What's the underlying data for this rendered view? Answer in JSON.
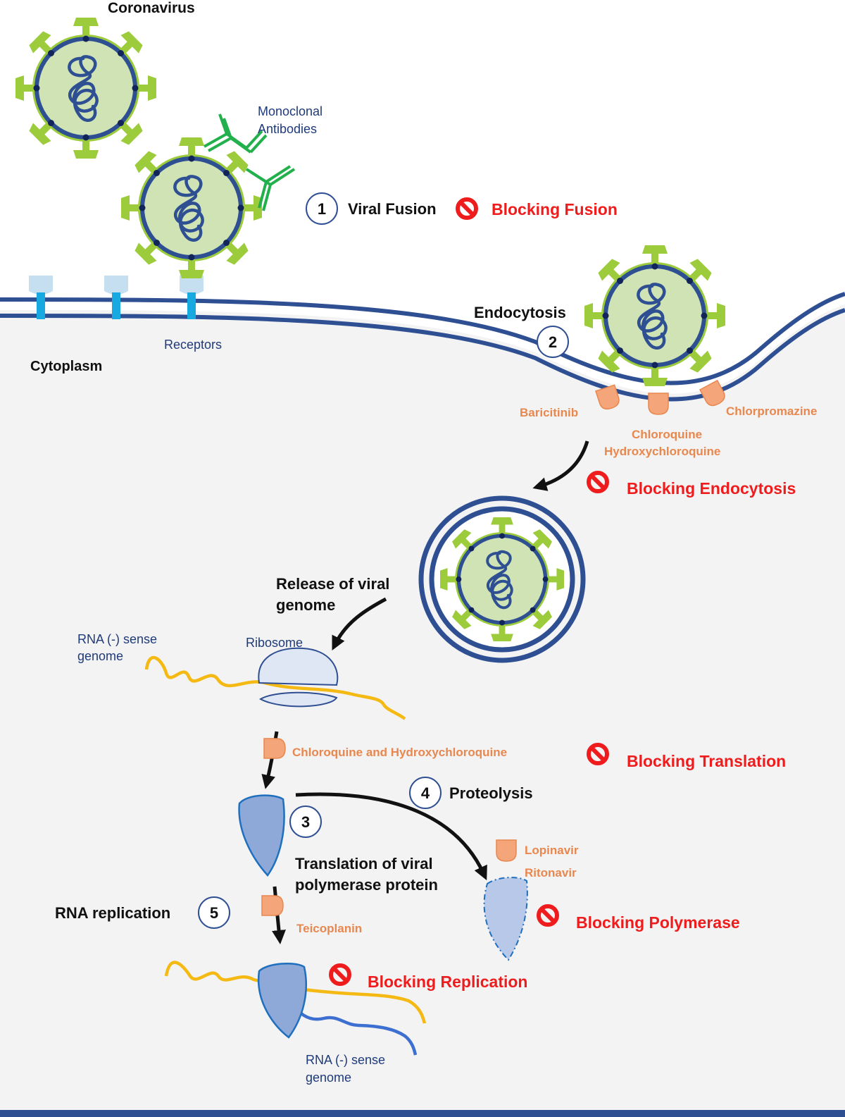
{
  "colors": {
    "membrane": "#2f4f93",
    "cytoplasm": "#f3f3f4",
    "spike": "#9ccc3c",
    "virus_fill": "#cfe3b5",
    "rna_yellow": "#f5b914",
    "antibody": "#21b04b",
    "drug": "#f4a57a",
    "drug_stroke": "#e8874e",
    "block_red": "#ee1c1c",
    "polymerase": "#8ea8d8",
    "ribosome": "#dfe6f4",
    "receptor": "#19a9e1"
  },
  "labels": {
    "coronavirus": "Coronavirus",
    "monoclonal_line1": "Monoclonal",
    "monoclonal_line2": "Antibodies",
    "receptors": "Receptors",
    "cytoplasm": "Cytoplasm",
    "endocytosis": "Endocytosis",
    "release_line1": "Release of viral",
    "release_line2": "genome",
    "rna_sense_line1": "RNA (-) sense",
    "rna_sense_line2": "genome",
    "ribosome": "Ribosome",
    "proteolysis": "Proteolysis",
    "translation_line1": "Translation of viral",
    "translation_line2": "polymerase protein",
    "rna_replication": "RNA replication",
    "rna_sense_bottom_line1": "RNA (-) sense",
    "rna_sense_bottom_line2": "genome",
    "viral_fusion": "Viral Fusion"
  },
  "steps": [
    "1",
    "2",
    "3",
    "4",
    "5"
  ],
  "drugs": {
    "baricitinib": "Baricitinib",
    "chloroquine": "Chloroquine",
    "hydroxychloroquine": "Hydroxychloroquine",
    "chlorpromazine": "Chlorpromazine",
    "chloroquine_and_hcq": "Chloroquine and Hydroxychloroquine",
    "lopinavir": "Lopinavir",
    "ritonavir": "Ritonavir",
    "teicoplanin": "Teicoplanin"
  },
  "blocks": {
    "fusion": "Blocking Fusion",
    "endocytosis": "Blocking Endocytosis",
    "translation": "Blocking Translation",
    "polymerase": "Blocking Polymerase",
    "replication": "Blocking Replication"
  }
}
